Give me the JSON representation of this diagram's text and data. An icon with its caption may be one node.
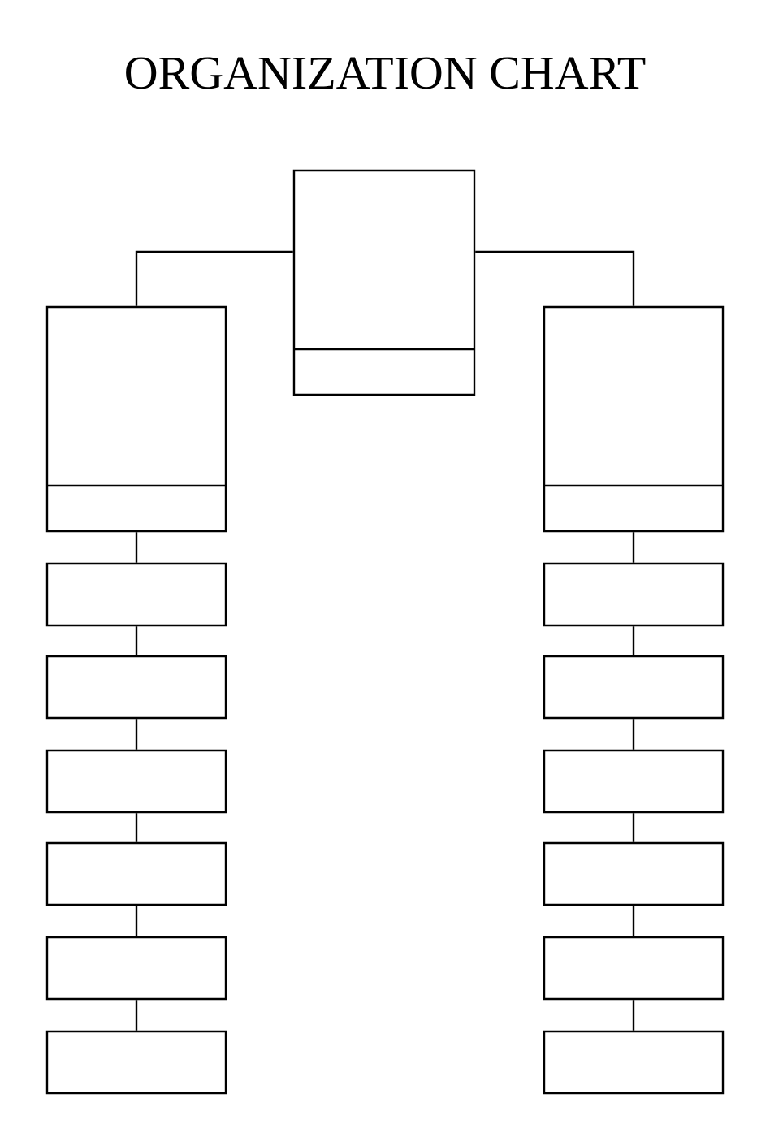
{
  "diagram": {
    "title": "ORGANIZATION CHART",
    "nodes": [
      {
        "text": [],
        "shape": "box"
      },
      {
        "text": [],
        "shape": "box"
      },
      {
        "text": [],
        "shape": "box"
      },
      {
        "text": [],
        "shape": "box"
      },
      {
        "text": [],
        "shape": "box"
      },
      {
        "text": [],
        "shape": "box"
      },
      {
        "text": [],
        "shape": "box"
      },
      {
        "text": [],
        "shape": "box"
      },
      {
        "text": [],
        "shape": "box"
      },
      {
        "text": [],
        "shape": "box"
      },
      {
        "text": [],
        "shape": "box"
      },
      {
        "text": [],
        "shape": "box"
      },
      {
        "text": [],
        "shape": "box"
      },
      {
        "text": [],
        "shape": "box"
      },
      {
        "text": [],
        "shape": "box"
      }
    ],
    "edges": [
      {
        "from": 0,
        "to": 1,
        "arrow": "none"
      },
      {
        "from": 0,
        "to": 2,
        "arrow": "none"
      },
      {
        "from": 1,
        "to": 3,
        "arrow": "none"
      },
      {
        "from": 3,
        "to": 5,
        "arrow": "none"
      },
      {
        "from": 5,
        "to": 7,
        "arrow": "none"
      },
      {
        "from": 7,
        "to": 9,
        "arrow": "none"
      },
      {
        "from": 9,
        "to": 11,
        "arrow": "none"
      },
      {
        "from": 11,
        "to": 13,
        "arrow": "none"
      },
      {
        "from": 2,
        "to": 4,
        "arrow": "none"
      },
      {
        "from": 4,
        "to": 6,
        "arrow": "none"
      },
      {
        "from": 6,
        "to": 8,
        "arrow": "none"
      },
      {
        "from": 8,
        "to": 10,
        "arrow": "none"
      },
      {
        "from": 10,
        "to": 12,
        "arrow": "none"
      },
      {
        "from": 12,
        "to": 14,
        "arrow": "none"
      }
    ]
  }
}
